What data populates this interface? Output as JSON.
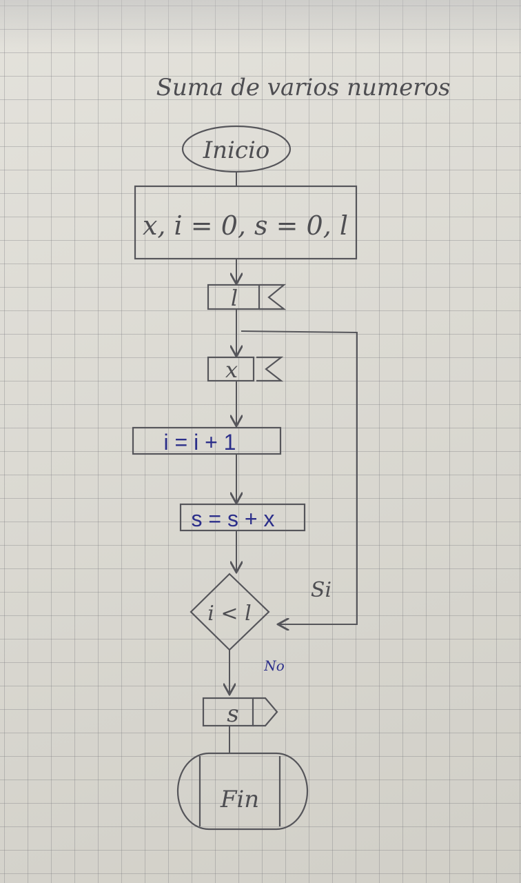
{
  "title": "Suma de varios numeros",
  "nodes": {
    "start": "Inicio",
    "init": "x, i = 0, s = 0, l",
    "read_l": "l",
    "read_x": "x",
    "increment": "i = i + 1",
    "accumulate": "s = s + x",
    "decision": "i < l",
    "output": "s",
    "end": "Fin"
  },
  "edge_labels": {
    "yes": "Si",
    "no": "No"
  },
  "colors": {
    "pencil": "#4e4e52",
    "ink": "#2c2f8a",
    "paper": "#dedcd4",
    "grid": "#8a8a90"
  }
}
